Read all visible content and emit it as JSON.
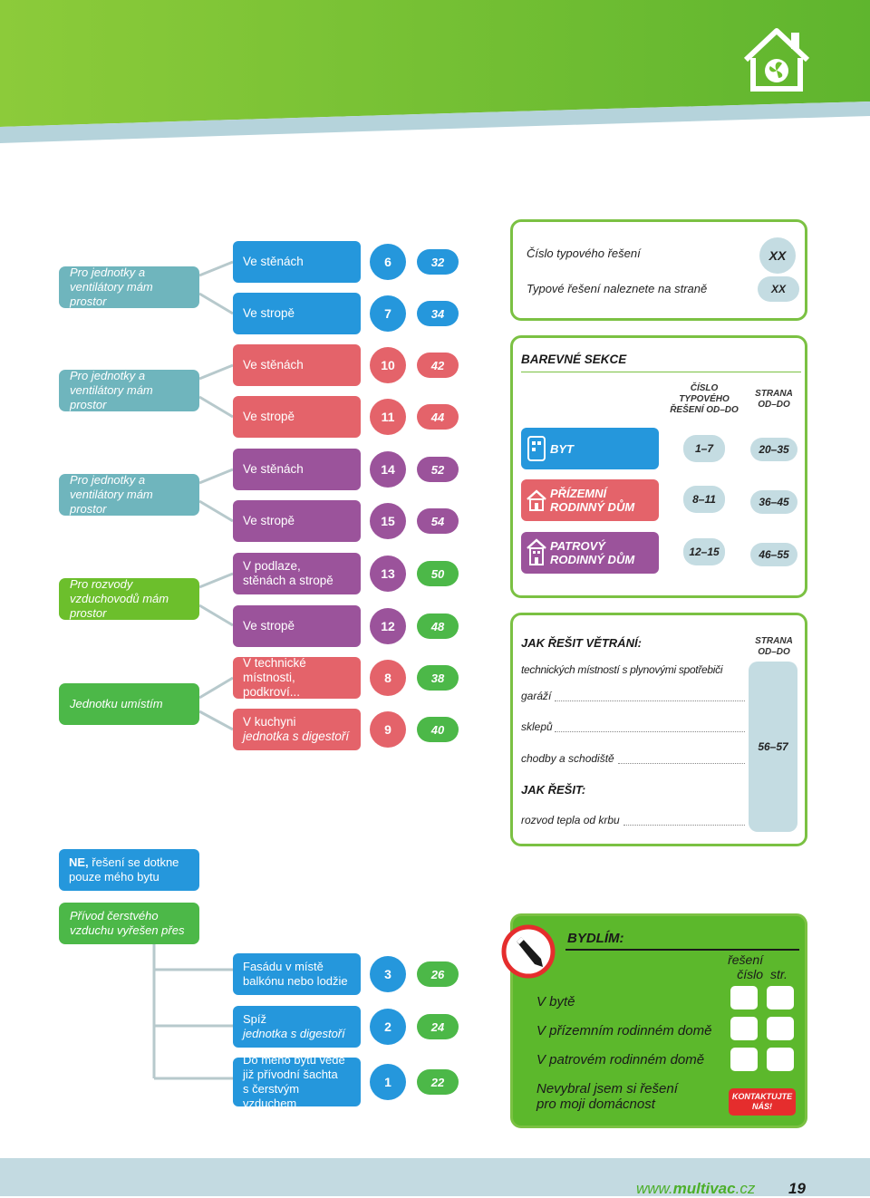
{
  "colors": {
    "teal": "#6fb5bd",
    "blue": "#2597dc",
    "red": "#e4636a",
    "purple": "#9b539b",
    "green": "#6cbf2c",
    "green_dark": "#4cb848"
  },
  "logo": {
    "icon": "house-fan-icon"
  },
  "rows": [
    {
      "label": "Pro jednotky a ventilátory mám prostor",
      "items": [
        {
          "text": "Ve stěnách",
          "num": "6",
          "page": "32"
        },
        {
          "text": "Ve stropě",
          "num": "7",
          "page": "34"
        }
      ]
    },
    {
      "label": "Pro jednotky a ventilátory mám prostor",
      "items": [
        {
          "text": "Ve stěnách",
          "num": "10",
          "page": "42"
        },
        {
          "text": "Ve stropě",
          "num": "11",
          "page": "44"
        }
      ]
    },
    {
      "label": "Pro jednotky a ventilátory mám prostor",
      "items": [
        {
          "text": "Ve stěnách",
          "num": "14",
          "page": "52"
        },
        {
          "text": "Ve stropě",
          "num": "15",
          "page": "54"
        }
      ]
    },
    {
      "label": "Pro rozvody vzduchovodů mám prostor",
      "items": [
        {
          "text": "V podlaze,",
          "text2": "stěnách a stropě",
          "num": "13",
          "page": "50"
        },
        {
          "text": "Ve stropě",
          "num": "12",
          "page": "48"
        }
      ]
    },
    {
      "label": "Jednotku umístím",
      "items": [
        {
          "text": "V technické",
          "text2": "místnosti, podkroví...",
          "num": "8",
          "page": "38"
        },
        {
          "text": "V kuchyni",
          "text2": "jednotka s digestoří",
          "num": "9",
          "page": "40"
        }
      ]
    }
  ],
  "no_box": {
    "bold": "NE,",
    "text": "řešení se dotkne",
    "line2": "pouze mého bytu"
  },
  "supply_box": {
    "line1": "Přívod čerstvého",
    "line2": "vzduchu vyřešen přes"
  },
  "bottom_items": [
    {
      "line1": "Fasádu v místě",
      "line2": "balkónu nebo lodžie",
      "num": "3",
      "page": "26"
    },
    {
      "line1": "Spíž",
      "line2": "jednotka s digestoří",
      "num": "2",
      "page": "24"
    },
    {
      "line1": "Do mého bytu vede",
      "line2": "již přívodní šachta",
      "line3": "s čerstvým vzduchem",
      "num": "1",
      "page": "22"
    }
  ],
  "legend": {
    "line1": "Číslo typového řešení",
    "line2": "Typové řešení naleznete na straně",
    "val1": "XX",
    "val2": "XX"
  },
  "sections": {
    "title": "BAREVNÉ SEKCE",
    "col1": "ČÍSLO TYPOVÉHO ŘEŠENÍ OD–DO",
    "col2": "STRANA OD–DO",
    "items": [
      {
        "name": "BYT",
        "range": "1–7",
        "pages": "20–35",
        "icon": "apartment-icon"
      },
      {
        "name": "PŘÍZEMNÍ",
        "name2": "RODINNÝ DŮM",
        "range": "8–11",
        "pages": "36–45",
        "icon": "house-icon"
      },
      {
        "name": "PATROVÝ",
        "name2": "RODINNÝ DŮM",
        "range": "12–15",
        "pages": "46–55",
        "icon": "two-storey-house-icon"
      }
    ]
  },
  "ventilation": {
    "title": "JAK ŘEŠIT VĚTRÁNÍ:",
    "col": "STRANA OD–DO",
    "items": [
      "technických místností s plynovými spotřebiči",
      "garáží",
      "sklepů",
      "chodby a schodiště"
    ],
    "title2": "JAK ŘEŠIT:",
    "item2": "rozvod tepla od krbu",
    "pages": "56–57"
  },
  "bydlim": {
    "title": "BYDLÍM:",
    "col1a": "řešení",
    "col1b": "číslo",
    "col2": "str.",
    "options": [
      "V bytě",
      "V přízemním rodinném domě",
      "V patrovém rodinném domě"
    ],
    "none_line1": "Nevybral jsem si řešení",
    "none_line2": "pro moji domácnost",
    "contact_line1": "KONTAKTUJTE",
    "contact_line2": "NÁS!"
  },
  "footer": {
    "www": "www.",
    "brand": "multivac",
    "tld": ".cz",
    "page": "19"
  }
}
